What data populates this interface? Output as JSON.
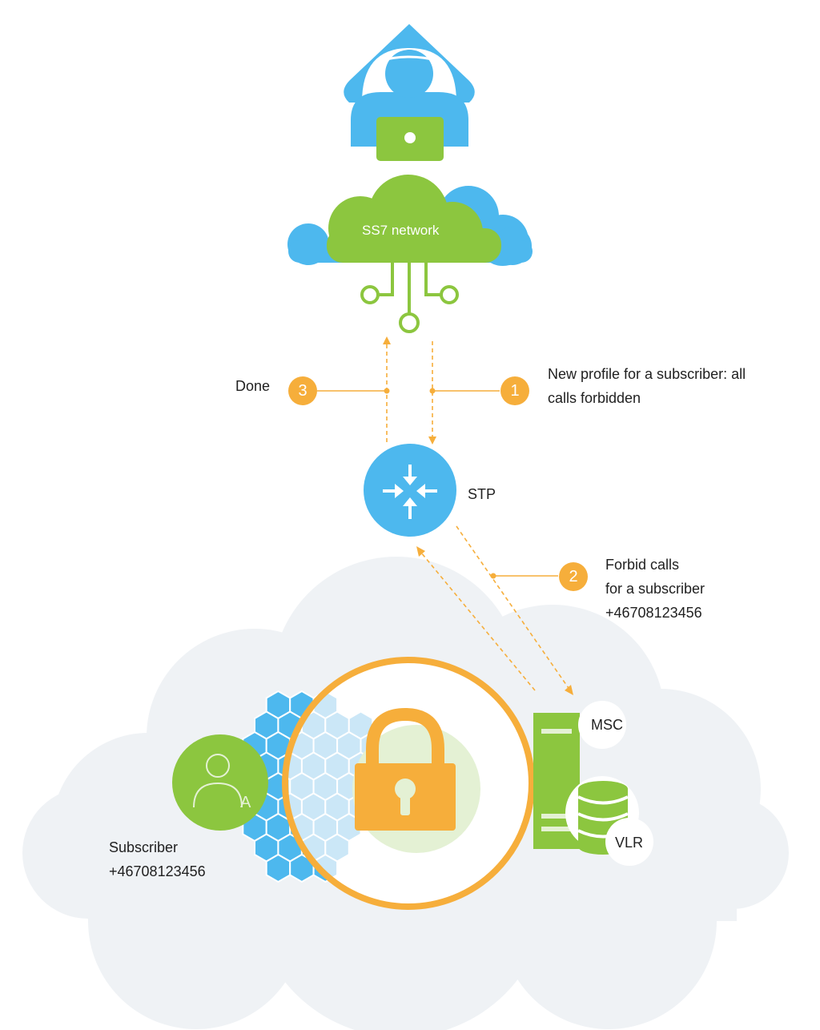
{
  "network": {
    "label": "SS7 network"
  },
  "router": {
    "label": "STP"
  },
  "steps": [
    {
      "number": "1",
      "lines": [
        "New profile for a subscriber: all",
        "calls forbidden"
      ]
    },
    {
      "number": "2",
      "lines": [
        "Forbid calls",
        "for a subscriber",
        "+46708123456"
      ]
    },
    {
      "number": "3",
      "lines": [
        "Done"
      ]
    }
  ],
  "server": {
    "msc_label": "MSC",
    "vlr_label": "VLR"
  },
  "subscriber": {
    "lines": [
      "Subscriber",
      "+46708123456"
    ],
    "avatar_letter": "A"
  },
  "icons": [
    "hacker-icon",
    "laptop-icon",
    "cloud-icon",
    "router-icon",
    "lock-icon",
    "user-icon",
    "server-icon",
    "database-icon"
  ],
  "colors": {
    "blue": "#4db8ee",
    "green": "#8cc63f",
    "orange": "#f6ae3b",
    "cloud_bg": "#eff2f5"
  }
}
